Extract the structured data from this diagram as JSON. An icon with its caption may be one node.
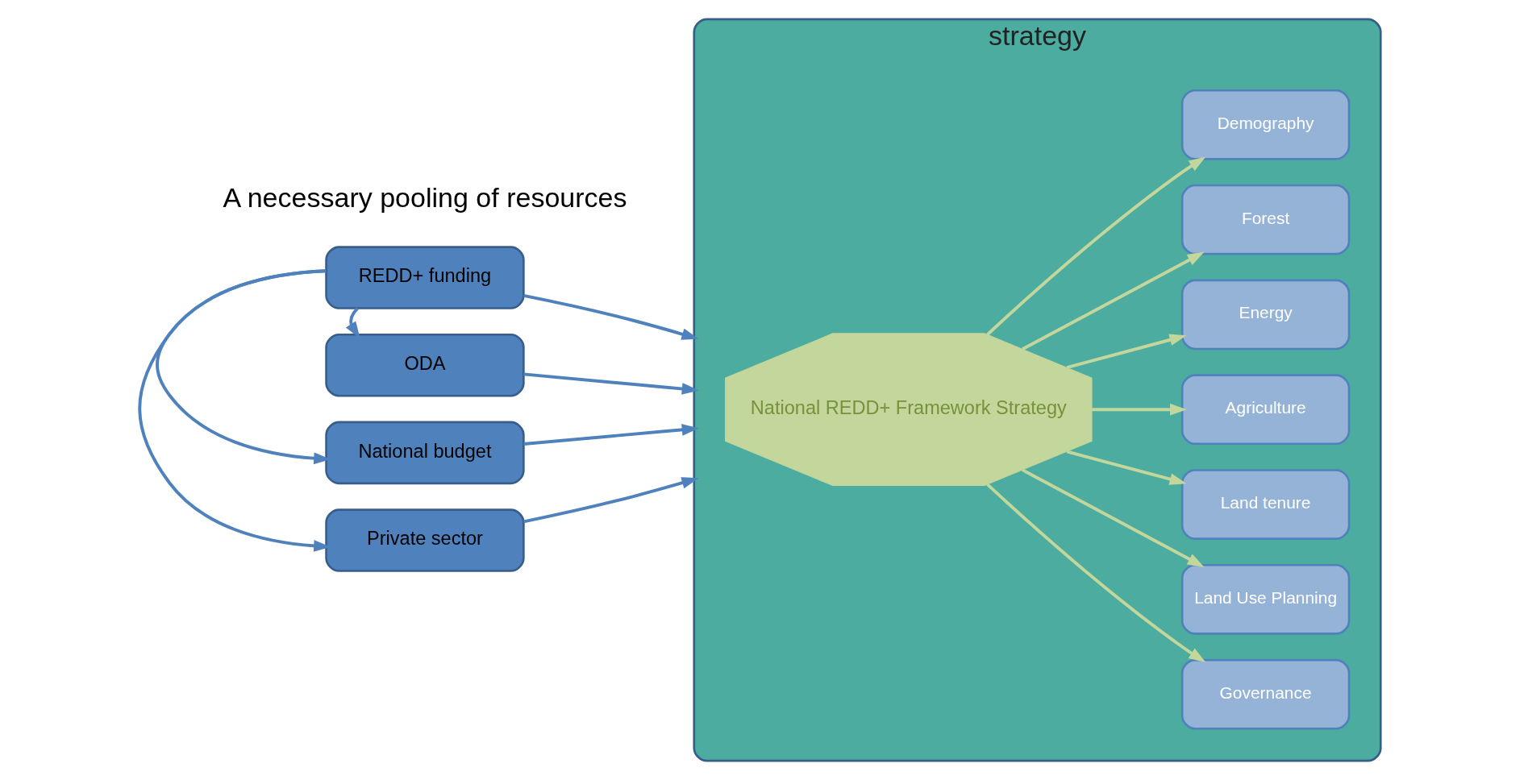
{
  "diagram": {
    "nodes": [
      {
        "text": [
          "REDD+ funding"
        ]
      },
      {
        "text": [
          "ODA"
        ]
      },
      {
        "text": [
          "National budget"
        ]
      },
      {
        "text": [
          "Private sector"
        ]
      },
      {
        "text": [
          "strategy"
        ]
      },
      {
        "text": [
          "Governance"
        ],
        "in": 4
      },
      {
        "text": [
          "Land Use Planning"
        ],
        "in": 4
      },
      {
        "text": [
          "Land tenure"
        ],
        "in": 4
      },
      {
        "text": [
          "Agriculture"
        ],
        "in": 4
      },
      {
        "text": [
          "National REDD+ Framework Strategy"
        ],
        "in": 4
      },
      {
        "text": [
          "Energy"
        ],
        "in": 4
      },
      {
        "text": [
          "Forest"
        ],
        "in": 4
      },
      {
        "text": [
          "Demography"
        ],
        "in": 4
      }
    ],
    "edges": [
      {
        "from": 0,
        "to": 1,
        "arrow": "to"
      },
      {
        "from": 0,
        "to": 2,
        "arrow": "to"
      },
      {
        "from": 0,
        "to": 3,
        "arrow": "to"
      },
      {
        "from": 0,
        "to": 4,
        "arrow": "to"
      },
      {
        "from": 1,
        "to": 4,
        "arrow": "to"
      },
      {
        "from": 2,
        "to": 4,
        "arrow": "to"
      },
      {
        "from": 3,
        "to": 4,
        "arrow": "to"
      },
      {
        "from": 9,
        "to": 5,
        "arrow": "to",
        "color": "#c3d69b"
      },
      {
        "from": 9,
        "to": 6,
        "arrow": "to",
        "color": "#c3d69b"
      },
      {
        "from": 9,
        "to": 7,
        "arrow": "to",
        "color": "#c3d69b"
      },
      {
        "from": 9,
        "to": 8,
        "arrow": "to",
        "color": "#c3d69b"
      },
      {
        "from": 9,
        "to": 10,
        "arrow": "to",
        "color": "#c3d69b"
      },
      {
        "from": 9,
        "to": 11,
        "arrow": "to",
        "color": "#c3d69b"
      },
      {
        "from": 9,
        "to": 12,
        "arrow": "to",
        "color": "#c3d69b"
      }
    ],
    "labels": [
      "A necessary pooling of resources"
    ]
  }
}
